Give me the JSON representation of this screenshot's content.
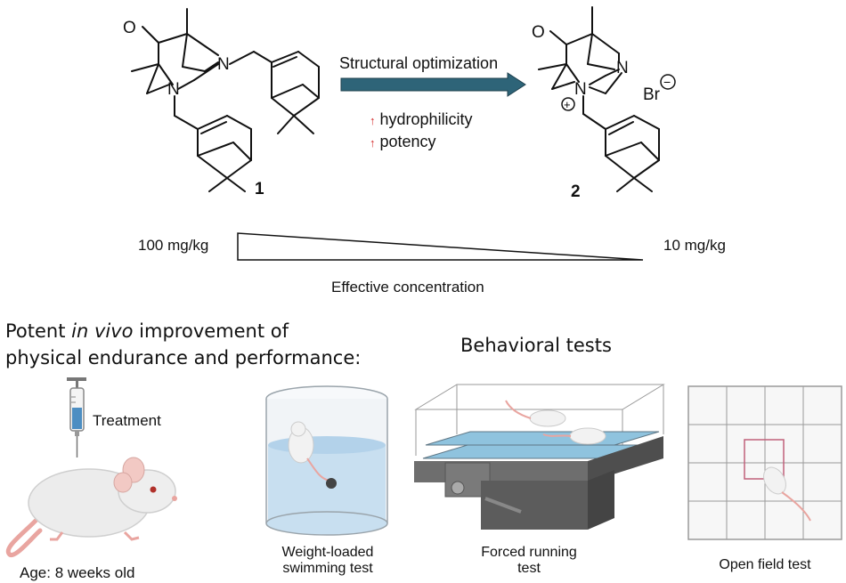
{
  "compound1": {
    "label": "1",
    "atom_o": "O",
    "atom_n1": "N",
    "atom_n2": "N"
  },
  "compound2": {
    "label": "2",
    "atom_o": "O",
    "atom_n1": "N",
    "atom_n2": "N",
    "counterion": "Br",
    "charge_plus": "+",
    "charge_minus": "−"
  },
  "reaction": {
    "arrow_label": "Structural optimization",
    "improvements": [
      {
        "arrow": "↑",
        "text": "hydrophilicity"
      },
      {
        "arrow": "↑",
        "text": "potency"
      }
    ]
  },
  "concentration": {
    "high": "100 mg/kg",
    "low": "10 mg/kg",
    "caption": "Effective concentration"
  },
  "endurance": {
    "line1_prefix": "Potent ",
    "line1_italic": "in vivo",
    "line1_suffix": " improvement of",
    "line2": "physical endurance and performance:"
  },
  "behavioral_title": "Behavioral tests",
  "treatment_label": "Treatment",
  "age_label": "Age: 8 weeks old",
  "tests": [
    {
      "line1": "Weight-loaded",
      "line2": "swimming test"
    },
    {
      "line1": "Forced running",
      "line2": "test"
    },
    {
      "line1": "Open field test",
      "line2": ""
    }
  ],
  "colors": {
    "arrow": "#2e6478",
    "red_arrow": "#d42a2a",
    "water": "#c8dff0",
    "belt": "#8fc3de",
    "grid": "#9a9a9a",
    "field_square": "#c0607a",
    "syringe_liquid": "#4d8ec2"
  }
}
